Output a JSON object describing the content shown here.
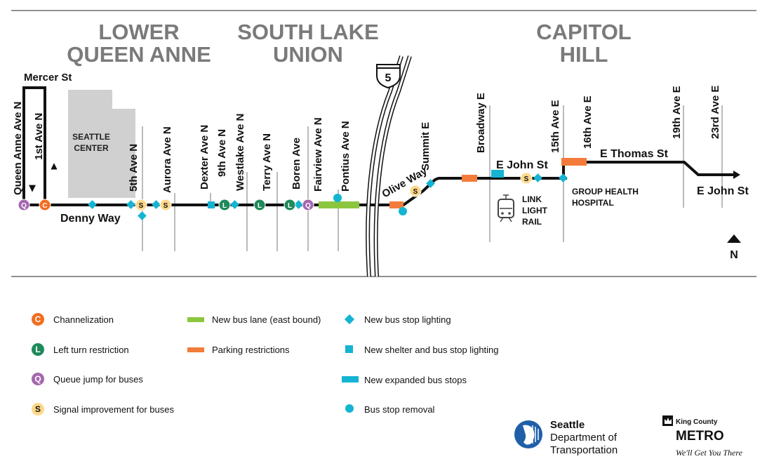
{
  "neighborhoods": {
    "lower_queen_anne": [
      "LOWER",
      "QUEEN ANNE"
    ],
    "south_lake_union": [
      "SOUTH LAKE",
      "UNION"
    ],
    "capitol_hill": [
      "CAPITOL",
      "HILL"
    ]
  },
  "streets": {
    "mercer": "Mercer St",
    "queen_anne_ave": "Queen Anne Ave N",
    "first_ave": "1st Ave N",
    "fifth_ave": "5th Ave N",
    "aurora": "Aurora Ave N",
    "dexter": "Dexter Ave N",
    "ninth": "9th Ave N",
    "westlake": "Westlake Ave N",
    "terry": "Terry Ave N",
    "boren": "Boren Ave",
    "fairview": "Fairview Ave N",
    "pontius": "Pontius Ave N",
    "denny": "Denny Way",
    "olive": "Olive Way",
    "summit": "Summit E",
    "broadway": "Broadway E",
    "fifteenth": "15th Ave E",
    "sixteenth": "16th Ave E",
    "nineteenth": "19th Ave E",
    "twentythird": "23rd Ave E",
    "john_mid": "E John St",
    "thomas": "E Thomas St",
    "john_east": "E John St"
  },
  "places": {
    "seattle_center": [
      "SEATTLE",
      "CENTER"
    ],
    "group_health": [
      "GROUP HEALTH",
      "HOSPITAL"
    ],
    "link_light_rail": [
      "LINK",
      "LIGHT",
      "RAIL"
    ],
    "interstate": "5",
    "north": "N"
  },
  "markers": {
    "channelization": "C",
    "left_turn": "L",
    "queue_jump": "Q",
    "signal": "S"
  },
  "legend": {
    "col1": [
      "Channelization",
      "Left turn restriction",
      "Queue jump for buses",
      "Signal improvement for buses"
    ],
    "col2": [
      "New bus lane (east bound)",
      "Parking restrictions"
    ],
    "col3": [
      "New bus stop lighting",
      "New shelter and bus stop lighting",
      "New expanded bus stops",
      "Bus stop removal"
    ]
  },
  "logos": {
    "sdot": [
      "Seattle",
      "Department of",
      "Transportation"
    ],
    "metro_top": "King County",
    "metro_name": "METRO",
    "metro_tagline": "We'll Get You There"
  },
  "colors": {
    "orange": "#f26d21",
    "green_marker": "#1f8a5b",
    "purple": "#a467b0",
    "yellow": "#fdd88a",
    "bus_lane": "#8cc63f",
    "parking": "#f37c3a",
    "cyan": "#14b4d2",
    "gray_neighborhood": "#7a7a7a"
  }
}
